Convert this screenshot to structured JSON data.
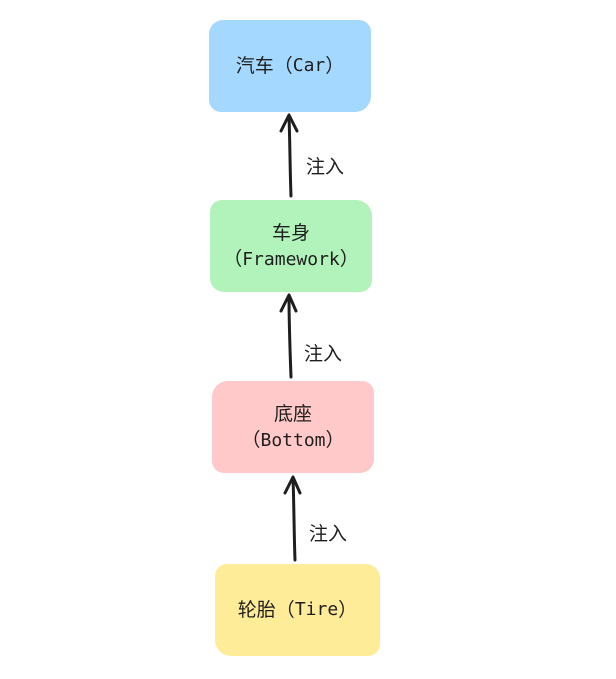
{
  "nodes": {
    "car": {
      "line1": "汽车（",
      "mono": "Car",
      "line1_end": "）",
      "color": "#a5d8ff"
    },
    "framework": {
      "line1": "车身",
      "line2_open": "（",
      "mono": "Framework",
      "line2_close": "）",
      "color": "#b2f2bb"
    },
    "bottom": {
      "line1": "底座",
      "line2_open": "（",
      "mono": "Bottom",
      "line2_close": "）",
      "color": "#ffc9c9"
    },
    "tire": {
      "line1": "轮胎（",
      "mono": "Tire",
      "line1_end": "）",
      "color": "#ffec99"
    }
  },
  "edges": [
    {
      "from": "tire",
      "to": "bottom",
      "label": "注入"
    },
    {
      "from": "bottom",
      "to": "framework",
      "label": "注入"
    },
    {
      "from": "framework",
      "to": "car",
      "label": "注入"
    }
  ],
  "stroke_color": "#1e1e1e"
}
